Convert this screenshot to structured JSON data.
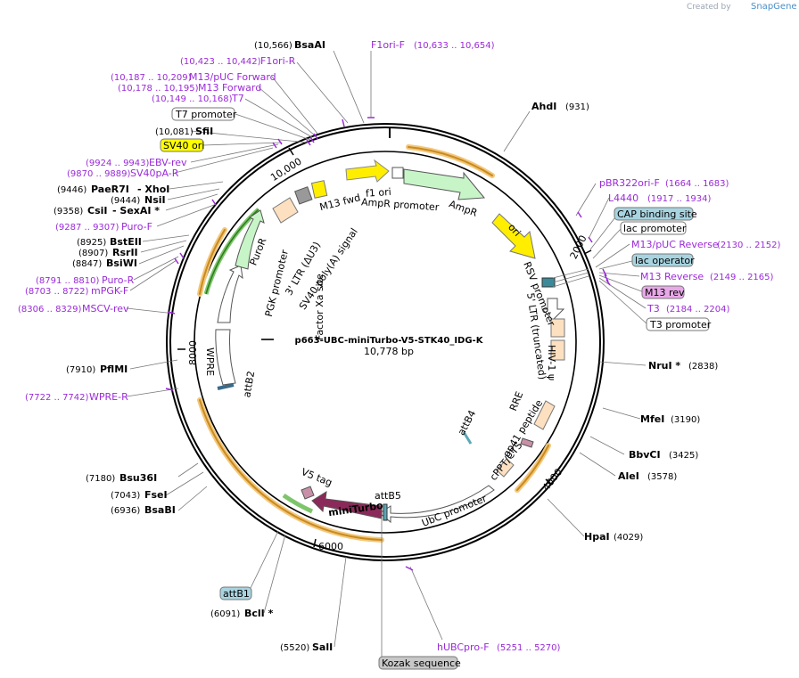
{
  "credit": {
    "prefix": "Created by",
    "brand": "SnapGene"
  },
  "plasmid": {
    "name": "p663-UBC-miniTurbo-V5-STK40_IDG-K",
    "size": "10,778 bp"
  },
  "ticks": {
    "t2000": "2000",
    "t4000": "4000",
    "t6000": "6000",
    "t8000": "8000",
    "t10000": "10,000"
  },
  "features": {
    "m13fwd": "M13 fwd",
    "f1ori": "f1 ori",
    "ampr_promoter": "AmpR promoter",
    "ampr": "AmpR",
    "ori": "ori",
    "rsv_promoter": "RSV promoter",
    "ltr5": "5' LTR (truncated)",
    "hiv1": "HIV-1 ψ",
    "rre": "RRE",
    "gp41": "gp41 peptide",
    "cppt": "cPPT/CTS",
    "attb4": "attB4",
    "ubc_promoter": "UbC promoter",
    "attb5": "attB5",
    "miniturbo": "miniTurbo",
    "v5tag": "V5 tag",
    "factorxa": "Factor Xa site",
    "attb2": "attB2",
    "wpre": "WPRE",
    "pgk": "PGK promoter",
    "puror": "PuroR",
    "ltr3": "3' LTR (ΔU3)",
    "sv40polya": "SV40 poly(A) signal"
  },
  "boxed": {
    "t7promoter": "T7 promoter",
    "sv40ori": "SV40 ori",
    "capsite": "CAP binding site",
    "lacpromoter": "lac promoter",
    "lacoperator": "lac operator",
    "m13rev": "M13 rev",
    "t3promoter": "T3 promoter",
    "attb1": "attB1",
    "kozak": "Kozak sequence"
  },
  "sites": {
    "bsaai": {
      "name": "BsaAI",
      "coord": "(10,566)"
    },
    "ahdi": {
      "name": "AhdI",
      "coord": "(931)"
    },
    "sfii": {
      "name": "SfiI",
      "coord": "(10,081)"
    },
    "paer7i": {
      "name": "PaeR7I",
      "coord": "(9446)",
      "extra": "- XhoI"
    },
    "nsii": {
      "name": "NsiI",
      "coord": "(9444)"
    },
    "csii": {
      "name": "CsiI",
      "coord": "(9358)",
      "extra": "- SexAI *"
    },
    "bsteii": {
      "name": "BstEII",
      "coord": "(8925)"
    },
    "rsrii": {
      "name": "RsrII",
      "coord": "(8907)"
    },
    "bsiwi": {
      "name": "BsiWI",
      "coord": "(8847)"
    },
    "pflmi": {
      "name": "PflMI",
      "coord": "(7910)"
    },
    "nrui": {
      "name": "NruI *",
      "coord": "(2838)"
    },
    "mfei": {
      "name": "MfeI",
      "coord": "(3190)"
    },
    "bbvci": {
      "name": "BbvCI",
      "coord": "(3425)"
    },
    "alei": {
      "name": "AleI",
      "coord": "(3578)"
    },
    "hpai": {
      "name": "HpaI",
      "coord": "(4029)"
    },
    "bsu36i": {
      "name": "Bsu36I",
      "coord": "(7180)"
    },
    "fsei": {
      "name": "FseI",
      "coord": "(7043)"
    },
    "bsabi": {
      "name": "BsaBI",
      "coord": "(6936)"
    },
    "bcli": {
      "name": "BclI *",
      "coord": "(6091)"
    },
    "sali": {
      "name": "SalI",
      "coord": "(5520)"
    }
  },
  "primers": {
    "f1orif": {
      "name": "F1ori-F",
      "coord": "(10,633 .. 10,654)"
    },
    "f1orir": {
      "name": "F1ori-R",
      "coord": "(10,423 .. 10,442)"
    },
    "m13puc": {
      "name": "M13/pUC Forward",
      "coord": "(10,187 .. 10,209)"
    },
    "m13fwd": {
      "name": "M13 Forward",
      "coord": "(10,178 .. 10,195)"
    },
    "t7": {
      "name": "T7",
      "coord": "(10,149 .. 10,168)"
    },
    "ebvrev": {
      "name": "EBV-rev",
      "coord": "(9924 .. 9943)"
    },
    "sv40par": {
      "name": "SV40pA-R",
      "coord": "(9870 .. 9889)"
    },
    "purof": {
      "name": "Puro-F",
      "coord": "(9287 .. 9307)"
    },
    "puror": {
      "name": "Puro-R",
      "coord": "(8791 .. 8810)"
    },
    "mpgkf": {
      "name": "mPGK-F",
      "coord": "(8703 .. 8722)"
    },
    "mscvrev": {
      "name": "MSCV-rev",
      "coord": "(8306 .. 8329)"
    },
    "wprer": {
      "name": "WPRE-R",
      "coord": "(7722 .. 7742)"
    },
    "pbr322": {
      "name": "pBR322ori-F",
      "coord": "(1664 .. 1683)"
    },
    "l4440": {
      "name": "L4440",
      "coord": "(1917 .. 1934)"
    },
    "m13pucrev": {
      "name": "M13/pUC Reverse",
      "coord": "(2130 .. 2152)"
    },
    "m13reverse": {
      "name": "M13 Reverse",
      "coord": "(2149 .. 2165)"
    },
    "t3": {
      "name": "T3",
      "coord": "(2184 .. 2204)"
    },
    "hubcpro": {
      "name": "hUBCpro-F",
      "coord": "(5251 .. 5270)"
    }
  },
  "colors": {
    "cds": "#e8a33a",
    "promoter": "#ffffff",
    "ori": "#ffee00",
    "ampr": "#c8f5c8",
    "misc": "#fde0c0",
    "miniturbo": "#8b2a5a",
    "primer": "#9a2ad8",
    "att": "#5aa8b8",
    "boxed_blue": "#a8d4e0",
    "boxed_pink": "#e8a8e8",
    "boxed_yellow": "#ffff00",
    "boxed_gray": "#c8c8c8"
  }
}
